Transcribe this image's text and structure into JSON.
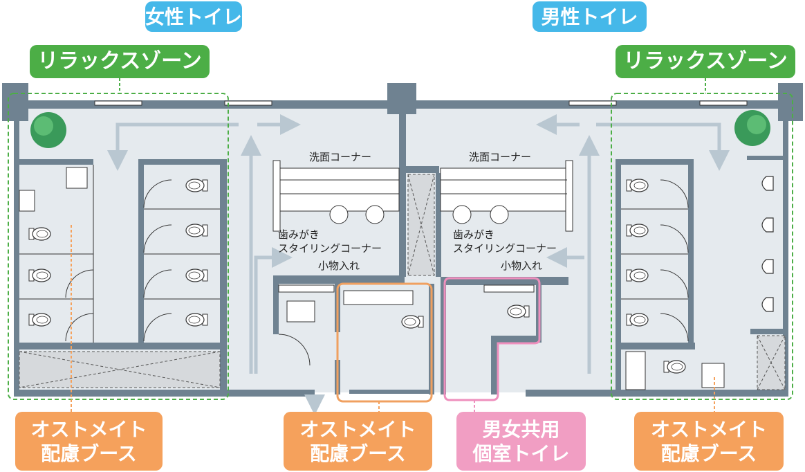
{
  "zones": {
    "women": "女性トイレ",
    "men": "男性トイレ"
  },
  "relax_zone": {
    "left": "リラックスゾーン",
    "right": "リラックスゾーン"
  },
  "rooms": {
    "left_wash": "洗面コーナー",
    "right_wash": "洗面コーナー",
    "left_brush_1": "歯みがき",
    "left_brush_2": "スタイリングコーナー",
    "right_brush_1": "歯みがき",
    "right_brush_2": "スタイリングコーナー",
    "left_storage": "小物入れ",
    "right_storage": "小物入れ"
  },
  "callouts": {
    "ostomate_left": [
      "オストメイト",
      "配慮ブース"
    ],
    "ostomate_center": [
      "オストメイト",
      "配慮ブース"
    ],
    "unisex": [
      "男女共用",
      "個室トイレ"
    ],
    "ostomate_right": [
      "オストメイト",
      "配慮ブース"
    ]
  },
  "colors": {
    "zone_label": "#45b8e9",
    "relax": "#4cae46",
    "ostomate": "#f5a15c",
    "unisex": "#f19ec3",
    "wall": "#6f8291",
    "floor": "#e5eaee",
    "arrow": "#b9c7d1"
  }
}
